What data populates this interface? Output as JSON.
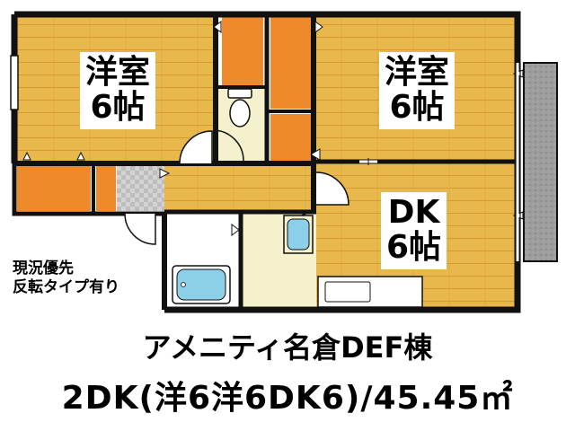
{
  "rooms": {
    "west": {
      "name": "洋室",
      "size": "6帖"
    },
    "east": {
      "name": "洋室",
      "size": "6帖"
    },
    "dk": {
      "name": "DK",
      "size": "6帖"
    }
  },
  "note": {
    "line1": "現況優先",
    "line2": "反転タイプ有り"
  },
  "title": {
    "building": "アメニティ名倉DEF棟",
    "summary": "2DK(洋6洋6DK6)/45.45㎡"
  },
  "colors": {
    "wood_floor": "#e9b84c",
    "closet": "#ee8a2c",
    "wall": "#111111",
    "wet_area": "#f4f1cc",
    "tile": "#cfcfcf",
    "balcony": "#9b9b9b",
    "bathtub": "#8ccfe8"
  }
}
